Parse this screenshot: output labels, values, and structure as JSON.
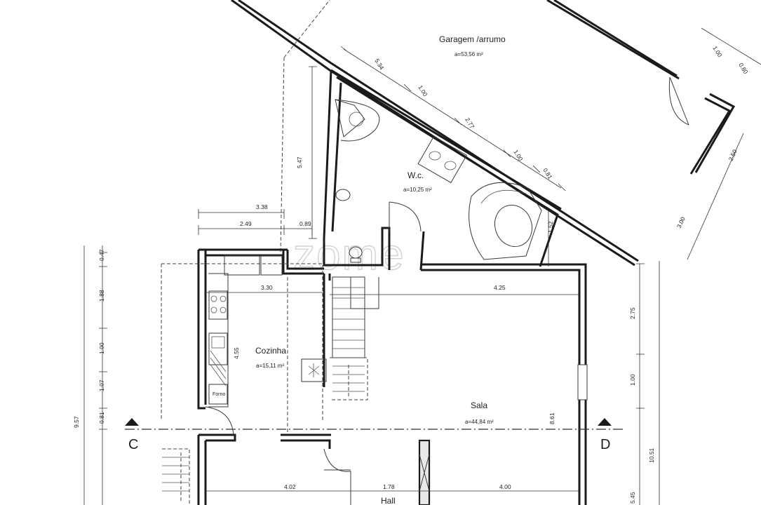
{
  "plan": {
    "rooms": {
      "garagem": {
        "name": "Garagem /arrumo",
        "area": "a=53,56 m²"
      },
      "wc": {
        "name": "W.c.",
        "area": "a=10,25 m²"
      },
      "cozinha": {
        "name": "Cozinha",
        "area": "a=15,11 m²"
      },
      "sala": {
        "name": "Sala",
        "area": "a=44,84 m²"
      },
      "hall": {
        "name": "Hall"
      }
    },
    "labels": {
      "forno": "Forno"
    },
    "sections": {
      "left": "C",
      "right": "D"
    },
    "watermark": "zome",
    "dimensions": {
      "d_338": "3.38",
      "d_249": "2.49",
      "d_089": "0.89",
      "d_547": "5.47",
      "d_330": "3.30",
      "d_455": "4.55",
      "d_425": "4.25",
      "d_275": "2.75",
      "d_100": "1.00",
      "d_861": "8.61",
      "d_1051": "10.51",
      "d_545": "5.45",
      "d_402": "4.02",
      "d_178": "1.78",
      "d_400": "4.00",
      "d_957": "9.57",
      "d_047": "0.47",
      "d_188": "1.88",
      "d_100b": "1.00",
      "d_107": "1.07",
      "d_081": "0.81",
      "d_534": "5.34",
      "d_100c": "1.00",
      "d_277": "2.77",
      "d_100d": "1.00",
      "d_081b": "0.81",
      "d_152": "1.52",
      "d_300": "3.00",
      "d_250": "2.50",
      "d_100e": "1.00",
      "d_080": "0.80"
    }
  }
}
